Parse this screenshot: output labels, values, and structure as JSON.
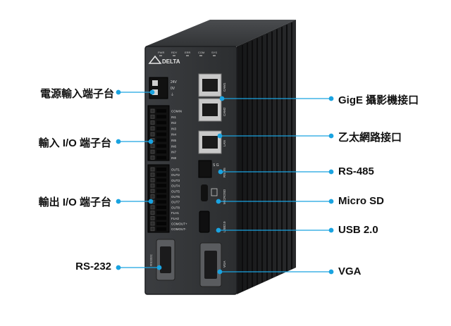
{
  "device": {
    "brand": "DELTA",
    "led_labels": [
      "PWR",
      "RDY",
      "ERR",
      "COM",
      "SYS"
    ],
    "power_terminal": [
      "24V",
      "0V",
      "⏚"
    ],
    "input_terminal": [
      "COMIN",
      "IN1",
      "IN2",
      "IN3",
      "IN4",
      "IN5",
      "IN6",
      "IN7",
      "IN8"
    ],
    "output_terminal": [
      "OUT1",
      "OUT2",
      "OUT3",
      "OUT4",
      "OUT5",
      "OUT6",
      "OUT7",
      "OUT8",
      "FLH1",
      "FLH2",
      "COMOUT+",
      "COMOUT-"
    ],
    "port_labels": {
      "cam1": "CAM1",
      "cam2": "CAM2",
      "lan": "LAN",
      "rs485": "RS485",
      "rs485_sg": "S G",
      "microsd": "MICROSD",
      "usb": "USB2.0",
      "vga": "VGA",
      "rs232": "RS232C"
    }
  },
  "callouts": {
    "left": [
      {
        "text": "電源輸入端子台"
      },
      {
        "text": "輸入 I/O 端子台"
      },
      {
        "text": "輸出 I/O 端子台"
      },
      {
        "text": "RS-232"
      }
    ],
    "right": [
      {
        "text": "GigE 攝影機接口"
      },
      {
        "text": "乙太網路接口"
      },
      {
        "text": "RS-485"
      },
      {
        "text": "Micro SD"
      },
      {
        "text": "USB 2.0"
      },
      {
        "text": "VGA"
      }
    ]
  },
  "colors": {
    "accent": "#1aa3e0",
    "body": "#2f3133",
    "fins": "#1c1d1f"
  }
}
